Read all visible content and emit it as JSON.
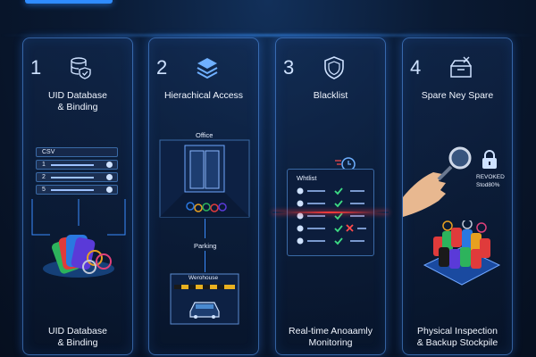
{
  "panels": [
    {
      "number": "1",
      "title": "UID Database\n& Binding",
      "icon": "database-shield-icon",
      "csv_label": "CSV",
      "rows": [
        {
          "index": "1"
        },
        {
          "index": "2"
        },
        {
          "index": "5"
        }
      ],
      "footer": "UID Database\n& Binding"
    },
    {
      "number": "2",
      "title": "Hierachical Access",
      "icon": "layers-icon",
      "office_label": "Office",
      "parking_label": "Parking",
      "warehouse_label": "Werohouse",
      "footer": ""
    },
    {
      "number": "3",
      "title": "Blacklist",
      "icon": "shield-icon",
      "whitelist_label": "Whtlist",
      "footer": "Real-time Anoaamly\nMonitoring"
    },
    {
      "number": "4",
      "title": "Spare Ney Spare",
      "icon": "toolbox-icon",
      "revoked_label": "REVOKED",
      "stock_label": "Stod80%",
      "footer": "Physical Inspection\n& Backup Stockpile"
    }
  ],
  "colors": {
    "accent": "#2f8cff",
    "check": "#3ddc84",
    "cross": "#ff4b4b",
    "alert_line": "#ff3b3b"
  }
}
